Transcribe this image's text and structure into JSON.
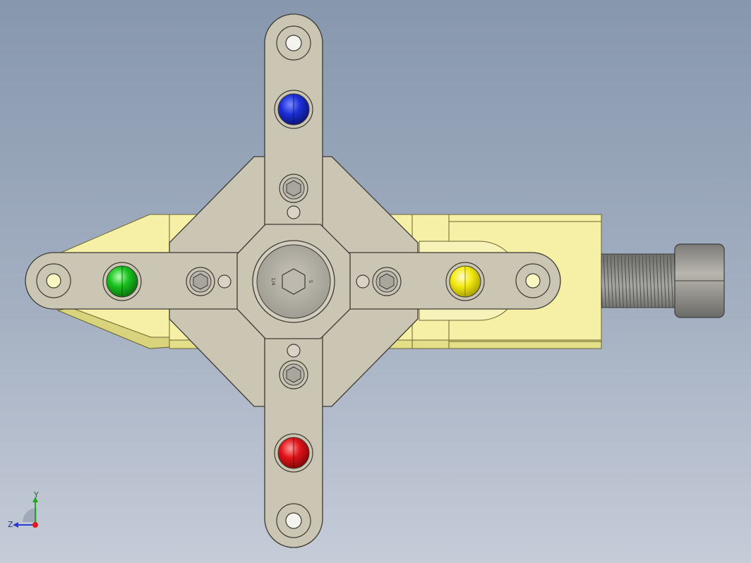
{
  "viewport": {
    "background_top": "#8797ad",
    "background_bottom": "#c6ccd8"
  },
  "model": {
    "colors": {
      "arm": "#cbc5b4",
      "arm_edge": "#3c3a33",
      "body": "#f5f0a6",
      "body_shade": "#d8d37c",
      "bolt": "#b9b6ae",
      "thread": "#8e8e8a"
    },
    "markers": [
      {
        "name": "blue-marker",
        "color": "#1c2fd8"
      },
      {
        "name": "green-marker",
        "color": "#18c21f"
      },
      {
        "name": "yellow-marker",
        "color": "#f4ea12"
      },
      {
        "name": "red-marker",
        "color": "#e01218"
      }
    ],
    "hub_engraving_left": "1/4",
    "hub_engraving_right": "S"
  },
  "triad": {
    "axis_y": "Y",
    "axis_z": "Z",
    "y_color": "#1fa81f",
    "z_color": "#2a3bd6",
    "x_color": "#e01b1b"
  }
}
